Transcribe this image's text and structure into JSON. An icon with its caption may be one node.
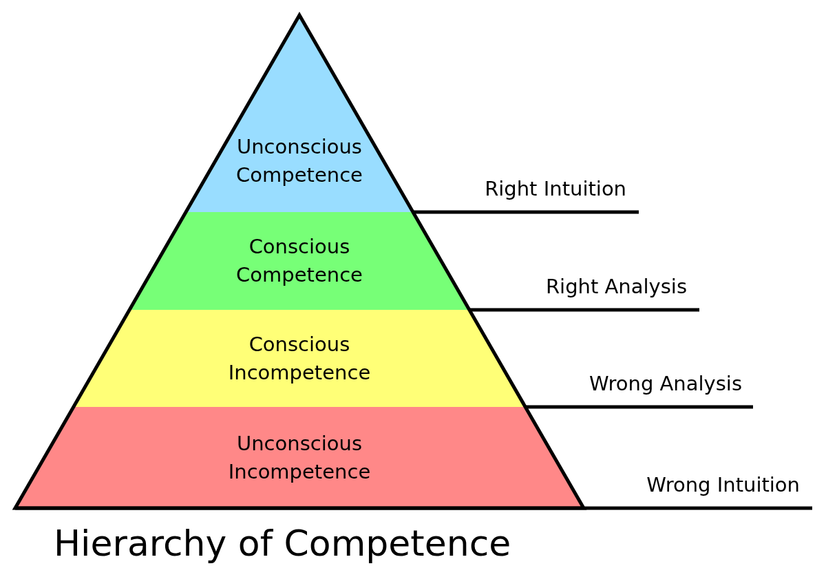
{
  "diagram": {
    "title": "Hierarchy of Competence",
    "nodes": [
      {
        "text": [
          "Unconscious Competence"
        ]
      },
      {
        "text": [
          "Conscious Competence"
        ]
      },
      {
        "text": [
          "Conscious Incompetence"
        ]
      },
      {
        "text": [
          "Unconscious Incompetence"
        ]
      }
    ],
    "labels": [
      "Right Intuition",
      "Right Analysis",
      "Wrong Analysis",
      "Wrong Intuition"
    ]
  }
}
